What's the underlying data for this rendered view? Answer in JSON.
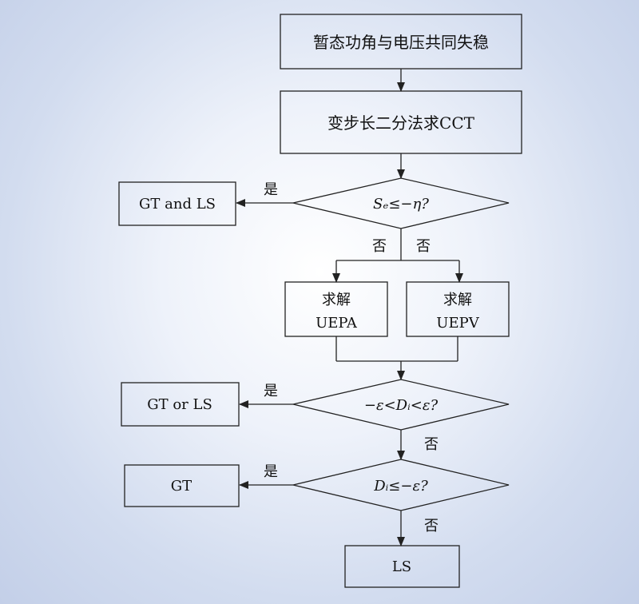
{
  "nodes": {
    "start": "暂态功角与电压共同失稳",
    "cct": "变步长二分法求CCT",
    "gt_and_ls": "GT and LS",
    "decision1": "Sₑ≤−η?",
    "uepa_top": "求解",
    "uepa_bottom": "UEPA",
    "uepv_top": "求解",
    "uepv_bottom": "UEPV",
    "gt_or_ls": "GT or LS",
    "decision2": "−ε<Dᵢ<ε?",
    "gt": "GT",
    "decision3": "Dᵢ≤−ε?",
    "ls": "LS"
  },
  "edges": {
    "yes1": "是",
    "no1_left": "否",
    "no1_right": "否",
    "yes2": "是",
    "no2": "否",
    "yes3": "是",
    "no3": "否"
  }
}
